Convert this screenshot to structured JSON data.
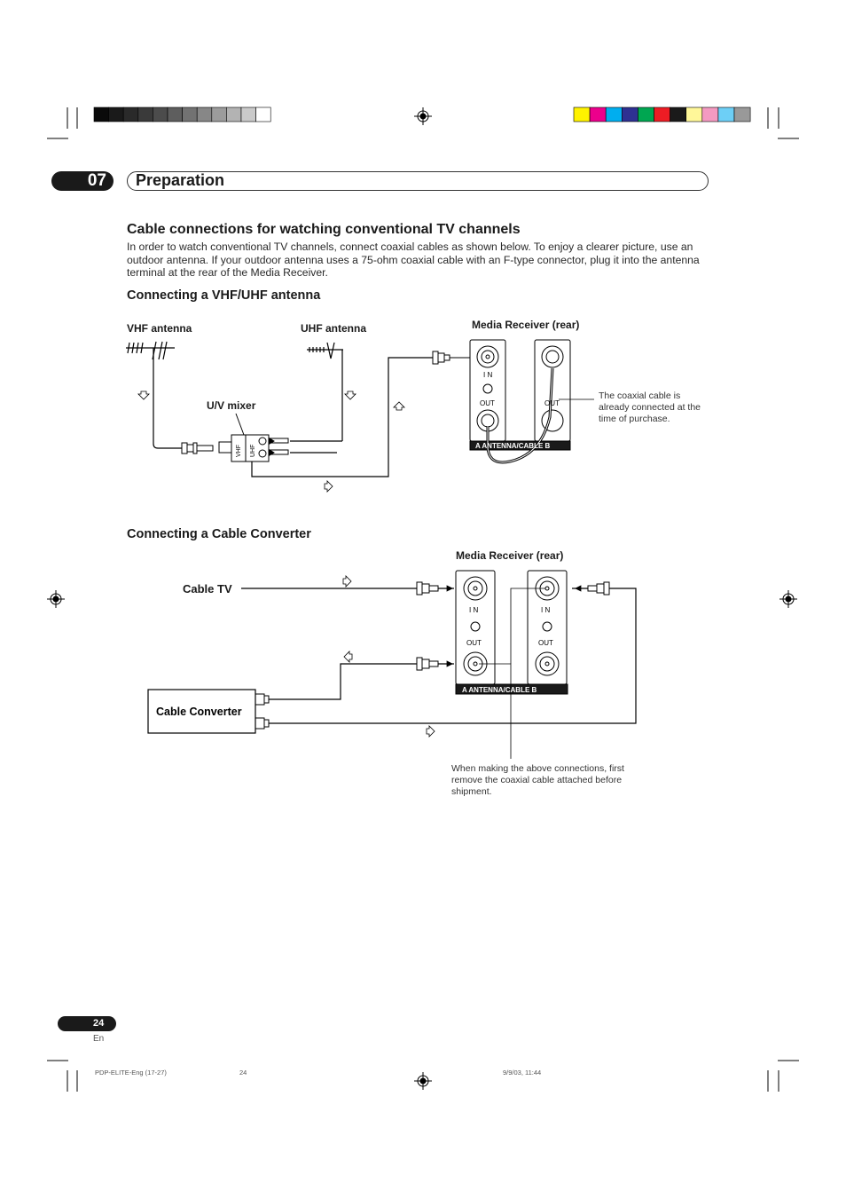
{
  "header": {
    "chapter_number": "07",
    "chapter_title": "Preparation"
  },
  "section": {
    "title": "Cable connections for watching conventional TV channels",
    "intro": "In order to watch conventional TV channels, connect coaxial cables as shown below. To enjoy a clearer picture, use an outdoor antenna. If your outdoor antenna uses a 75-ohm coaxial cable with an F-type connector, plug it into the antenna terminal at the rear of the Media Receiver."
  },
  "diagram1": {
    "heading": "Connecting a VHF/UHF antenna",
    "vhf_antenna": "VHF antenna",
    "uhf_antenna": "UHF antenna",
    "uv_mixer": "U/V mixer",
    "mixer_vhf": "VHF",
    "mixer_uhf": "UHF",
    "receiver_label": "Media Receiver (rear)",
    "in_label": "I N",
    "out_label": "OUT",
    "out_label_b": "OUT",
    "panel_label": "A  ANTENNA/CABLE  B",
    "note": "The coaxial cable is already connected at the time of purchase."
  },
  "diagram2": {
    "heading": "Connecting a Cable Converter",
    "receiver_label": "Media Receiver (rear)",
    "cable_tv": "Cable TV",
    "cable_converter": "Cable Converter",
    "in_a": "I N",
    "in_b": "I N",
    "out_a": "OUT",
    "out_b": "OUT",
    "panel_label": "A  ANTENNA/CABLE  B",
    "note": "When making the above connections, first remove the coaxial cable attached before shipment."
  },
  "footer": {
    "page_number": "24",
    "language": "En",
    "file_name": "PDP-ELITE-Eng (17-27)",
    "file_page": "24",
    "timestamp": "9/9/03, 11:44"
  },
  "colors": {
    "grayscale_bar": [
      "#0a0a0a",
      "#1a1a1a",
      "#2a2a2a",
      "#3a3a3a",
      "#4c4c4c",
      "#5e5e5e",
      "#727272",
      "#878787",
      "#9c9c9c",
      "#b3b3b3",
      "#cacaca",
      "#ffffff"
    ],
    "color_bar": [
      "#fff200",
      "#ec008c",
      "#00aeef",
      "#2e3192",
      "#00a651",
      "#ed1c24",
      "#1a1a1a",
      "#fff799",
      "#f49ac1",
      "#6dcff6",
      "#999999"
    ]
  }
}
